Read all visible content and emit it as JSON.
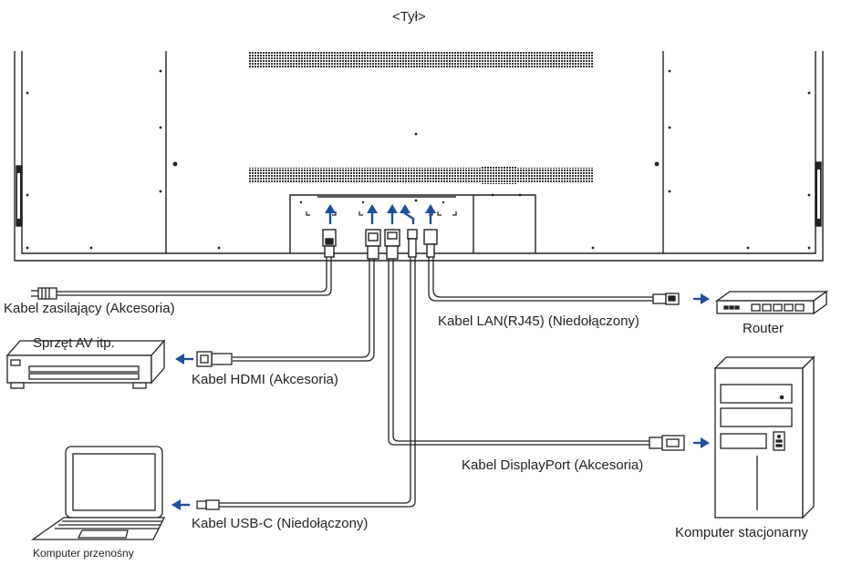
{
  "title": "<Tył>",
  "cables": {
    "power": "Kabel zasilający (Akcesoria)",
    "lan": "Kabel LAN(RJ45) (Niedołączony)",
    "hdmi": "Kabel HDMI (Akcesoria)",
    "displayport": "Kabel DisplayPort (Akcesoria)",
    "usbc": "Kabel USB-C (Niedołączony)"
  },
  "devices": {
    "av": "Sprzęt AV itp.",
    "router": "Router",
    "desktop": "Komputer stacjonarny",
    "laptop": "Komputer przenośny"
  },
  "colors": {
    "line": "#222222",
    "arrow": "#1f4e9a"
  }
}
